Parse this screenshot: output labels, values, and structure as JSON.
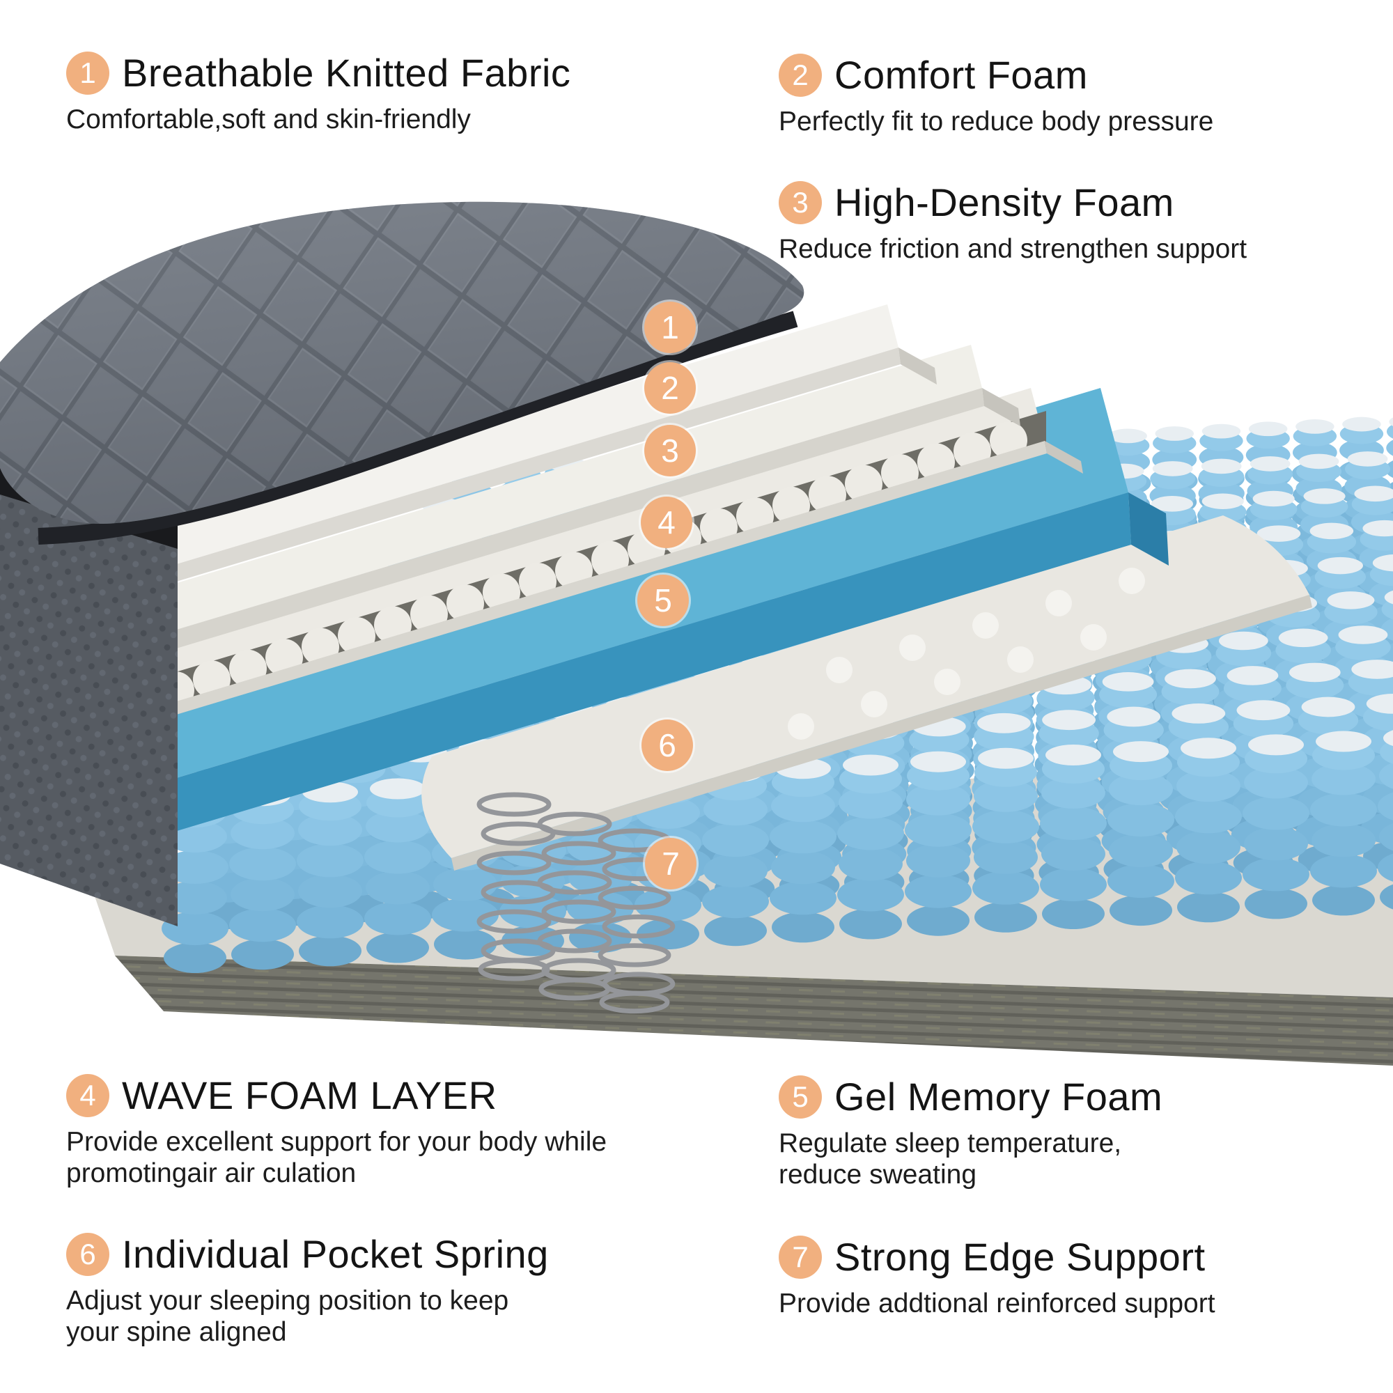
{
  "colors": {
    "badge": "#f1b07f",
    "badge_text": "#ffffff",
    "heading_text": "#141414",
    "body_text": "#1c1c1c",
    "gel_blue": "#3893bd",
    "spring_blue": "#7db9dc",
    "fabric_gray": "#6d737c"
  },
  "callouts": [
    {
      "num": "1",
      "title": "Breathable Knitted Fabric",
      "desc": "Comfortable,soft and skin-friendly"
    },
    {
      "num": "2",
      "title": "Comfort Foam",
      "desc": "Perfectly fit to reduce body pressure"
    },
    {
      "num": "3",
      "title": "High-Density Foam",
      "desc": "Reduce friction and strengthen support"
    },
    {
      "num": "4",
      "title": "WAVE FOAM LAYER",
      "desc": "Provide excellent support for your body while promotingair air culation"
    },
    {
      "num": "5",
      "title": "Gel Memory Foam",
      "desc": "Regulate sleep temperature, reduce sweating"
    },
    {
      "num": "6",
      "title": "Individual Pocket Spring",
      "desc": "Adjust your sleeping position to keep your spine aligned"
    },
    {
      "num": "7",
      "title": "Strong Edge Support",
      "desc": "Provide addtional reinforced support"
    }
  ]
}
